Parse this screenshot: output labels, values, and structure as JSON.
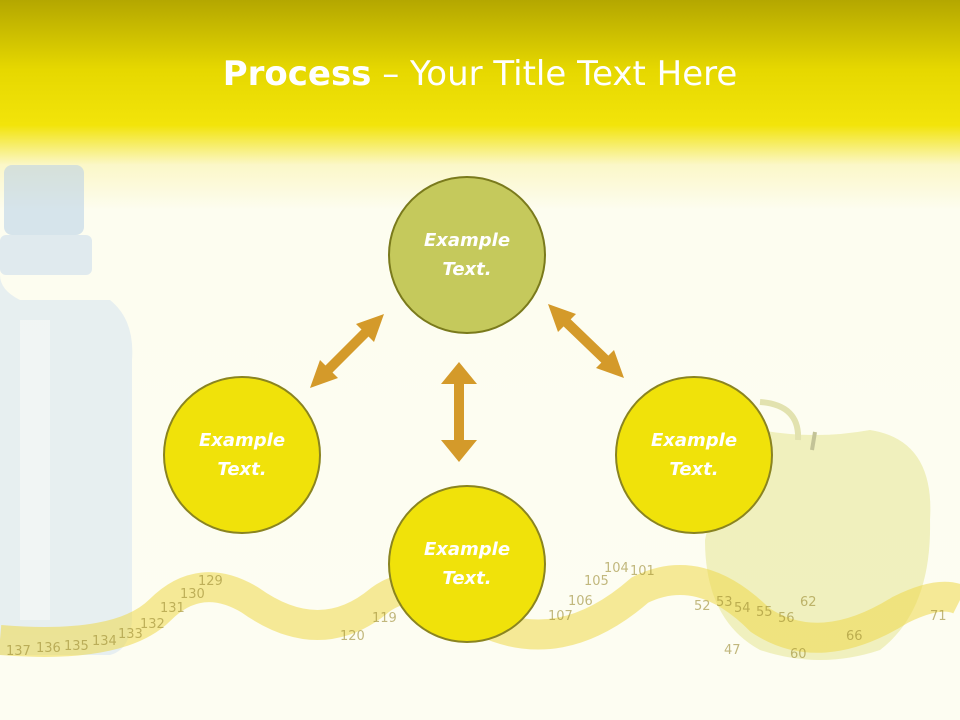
{
  "title": {
    "bold": "Process",
    "rest": " – Your Title Text Here"
  },
  "nodes": {
    "top": "Example Text.",
    "left": "Example Text.",
    "right": "Example Text.",
    "bottom": "Example Text."
  },
  "tape_numbers": [
    "137",
    "136",
    "135",
    "134",
    "133",
    "132",
    "131",
    "130",
    "129",
    "119",
    "120",
    "105",
    "106",
    "107",
    "104",
    "101",
    "52",
    "53",
    "54",
    "55",
    "56",
    "62",
    "66",
    "60",
    "47",
    "71"
  ],
  "colors": {
    "accent_yellow": "#f0e20a",
    "node_olive": "#c5c95c",
    "arrow": "#d49a2a",
    "header_dark": "#b4a700"
  }
}
